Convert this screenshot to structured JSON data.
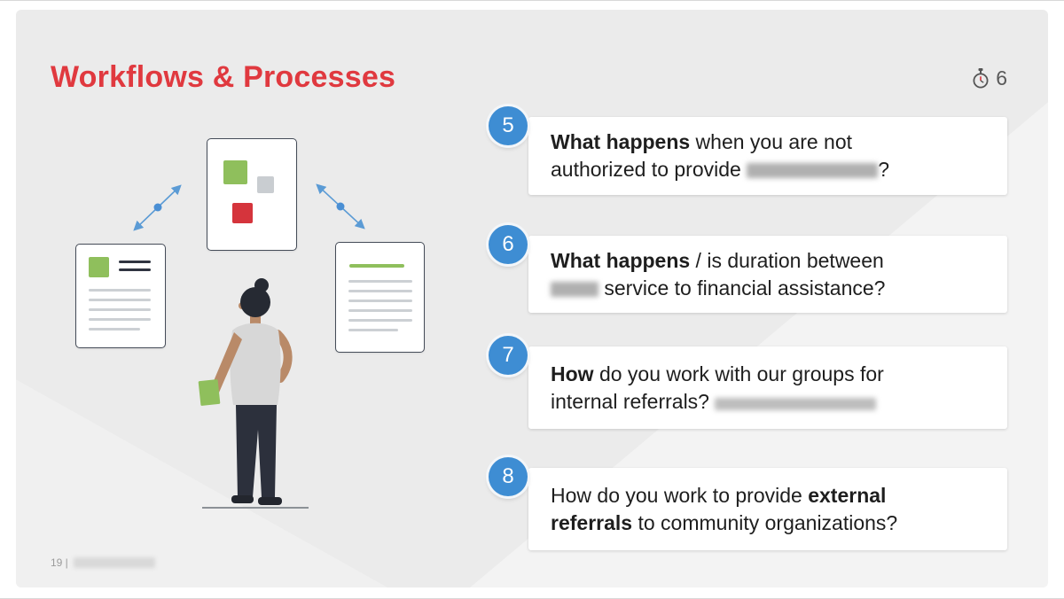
{
  "header": {
    "title": "Workflows & Processes",
    "timer_value": "6"
  },
  "icons": {
    "timer": "stopwatch-icon"
  },
  "colors": {
    "title_red": "#e0393f",
    "badge_blue": "#3e8dd3",
    "arrow_blue": "#5b9bd5",
    "green": "#8fbf5c",
    "red_square": "#d5343c",
    "slide_background": "#ebebeb"
  },
  "questions": {
    "q5": {
      "number": "5",
      "bold": "What happens",
      "text1": " when you are not",
      "text2": "authorized to provide ",
      "text3": "?"
    },
    "q6": {
      "number": "6",
      "bold": "What happens",
      "text1": " / is duration between",
      "text2": " service to financial assistance?"
    },
    "q7": {
      "number": "7",
      "bold": "How",
      "text1": " do you work with our groups for",
      "text2": "internal referrals? "
    },
    "q8": {
      "number": "8",
      "text1": "How do you work to provide ",
      "bold1": "external",
      "bold2": "referrals",
      "text2": " to community organizations?"
    }
  },
  "footer": {
    "page_label": "19 |"
  }
}
